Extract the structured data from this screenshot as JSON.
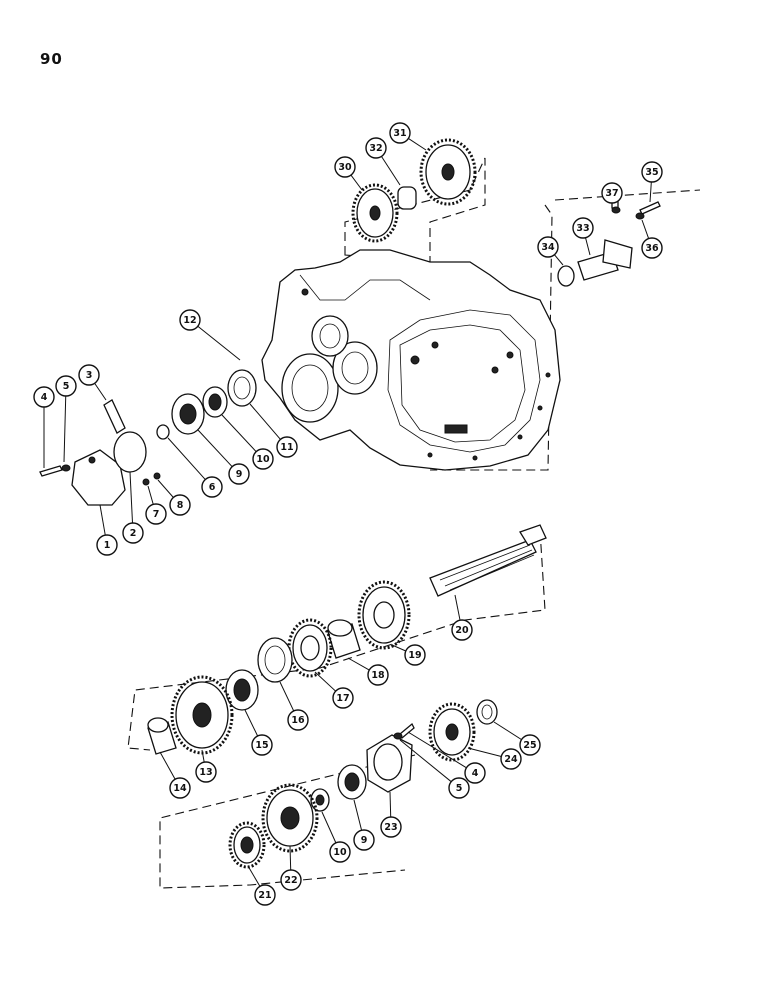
{
  "page": {
    "number": "90"
  },
  "callouts": [
    {
      "id": "1",
      "label": "1"
    },
    {
      "id": "2",
      "label": "2"
    },
    {
      "id": "3",
      "label": "3"
    },
    {
      "id": "4a",
      "label": "4"
    },
    {
      "id": "5a",
      "label": "5"
    },
    {
      "id": "6",
      "label": "6"
    },
    {
      "id": "7",
      "label": "7"
    },
    {
      "id": "8",
      "label": "8"
    },
    {
      "id": "9a",
      "label": "9"
    },
    {
      "id": "10a",
      "label": "10"
    },
    {
      "id": "11",
      "label": "11"
    },
    {
      "id": "12",
      "label": "12"
    },
    {
      "id": "13",
      "label": "13"
    },
    {
      "id": "14",
      "label": "14"
    },
    {
      "id": "15",
      "label": "15"
    },
    {
      "id": "16",
      "label": "16"
    },
    {
      "id": "17",
      "label": "17"
    },
    {
      "id": "18",
      "label": "18"
    },
    {
      "id": "19",
      "label": "19"
    },
    {
      "id": "20",
      "label": "20"
    },
    {
      "id": "21",
      "label": "21"
    },
    {
      "id": "22",
      "label": "22"
    },
    {
      "id": "23",
      "label": "23"
    },
    {
      "id": "24",
      "label": "24"
    },
    {
      "id": "25",
      "label": "25"
    },
    {
      "id": "4b",
      "label": "4"
    },
    {
      "id": "5b",
      "label": "5"
    },
    {
      "id": "9b",
      "label": "9"
    },
    {
      "id": "10b",
      "label": "10"
    },
    {
      "id": "30",
      "label": "30"
    },
    {
      "id": "31",
      "label": "31"
    },
    {
      "id": "32",
      "label": "32"
    },
    {
      "id": "33",
      "label": "33"
    },
    {
      "id": "34",
      "label": "34"
    },
    {
      "id": "35",
      "label": "35"
    },
    {
      "id": "36",
      "label": "36"
    },
    {
      "id": "37",
      "label": "37"
    }
  ]
}
